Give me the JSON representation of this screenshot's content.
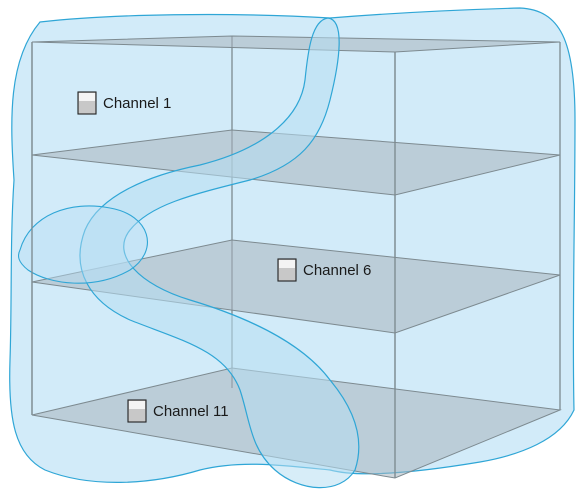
{
  "access_points": [
    {
      "id": "ap1",
      "label": "Channel 1"
    },
    {
      "id": "ap6",
      "label": "Channel 6"
    },
    {
      "id": "ap11",
      "label": "Channel 11"
    }
  ],
  "colors": {
    "coverage_fill": "#b7def3",
    "coverage_stroke": "#2fa6d6",
    "floor_plane": "#a7b5bd",
    "building_edge": "#7d8a90",
    "ap_body": "#c8c8c8"
  }
}
